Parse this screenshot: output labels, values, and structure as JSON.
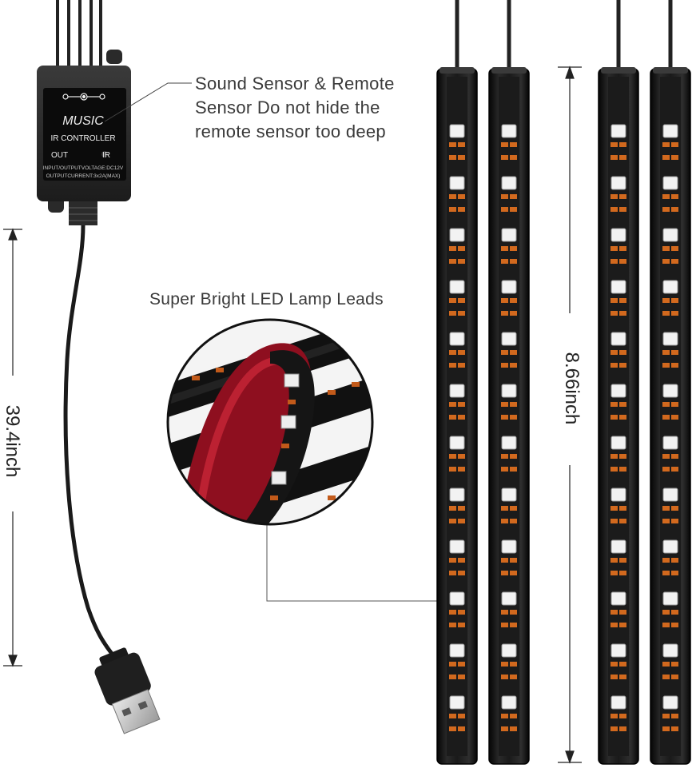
{
  "controller": {
    "brand": "MUSIC",
    "model": "IR CONTROLLER",
    "port_out": "OUT",
    "port_ir": "IR",
    "spec_line1": "INPUT/OUTPUTVOLTAGE:DC12V",
    "spec_line2": "OUTPUTCURRENT:3x2A(MAX)"
  },
  "callouts": {
    "sensor_line1": "Sound Sensor & Remote",
    "sensor_line2": "Sensor Do not hide the",
    "sensor_line3": "remote sensor too deep",
    "leds": "Super Bright LED Lamp Leads"
  },
  "dimensions": {
    "cable_length": "39.4inch",
    "strip_length": "8.66inch"
  },
  "colors": {
    "strip_body": "#111111",
    "led_chip": "#f2f2f2",
    "resistor": "#d2691e",
    "glow_red": "#c0152a"
  }
}
